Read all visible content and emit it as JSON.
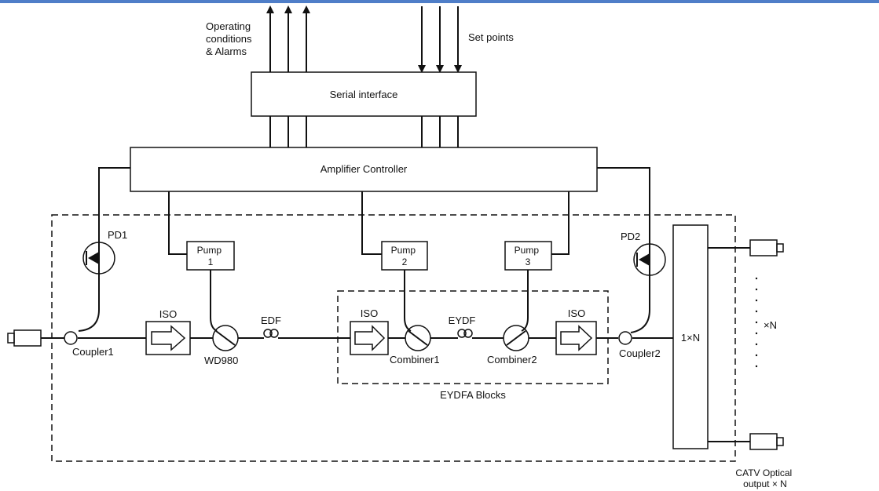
{
  "labels": {
    "operating_conditions": [
      "Operating",
      "conditions",
      "& Alarms"
    ],
    "set_points": "Set points",
    "serial_interface": "Serial interface",
    "amplifier_controller": "Amplifier Controller",
    "pd1": "PD1",
    "pd2": "PD2",
    "pump1": [
      "Pump",
      "1"
    ],
    "pump2": [
      "Pump",
      "2"
    ],
    "pump3": [
      "Pump",
      "3"
    ],
    "iso": "ISO",
    "edf": "EDF",
    "eydf": "EYDF",
    "coupler1": "Coupler1",
    "coupler2": "Coupler2",
    "wd980": "WD980",
    "combiner1": "Combiner1",
    "combiner2": "Combiner2",
    "eydfa_blocks": "EYDFA Blocks",
    "splitter": "1×N",
    "times_n": "×N",
    "catv_output": [
      "CATV Optical",
      "output × N"
    ]
  },
  "colors": {
    "header_bar": "#4f7ec8",
    "line": "#111111"
  }
}
